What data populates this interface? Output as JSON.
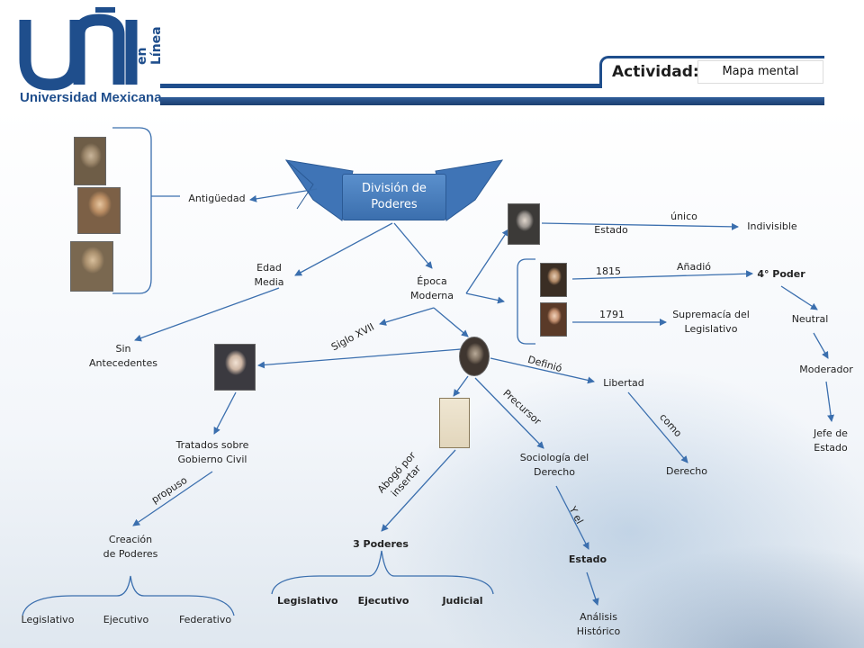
{
  "header": {
    "logo_mark": "UM",
    "logo_tagline": "en Línea",
    "logo_name": "Universidad Mexicana",
    "activity_label": "Actividad:",
    "activity_value": "Mapa mental"
  },
  "center": {
    "title": "División de Poderes"
  },
  "nodes": {
    "antiguedad": "Antigüedad",
    "edad_media_1": "Edad",
    "edad_media_2": "Media",
    "epoca_1": "Época",
    "epoca_2": "Moderna",
    "sin_ant_1": "Sin",
    "sin_ant_2": "Antecedentes",
    "tratados_1": "Tratados sobre",
    "tratados_2": "Gobierno Civil",
    "creacion_1": "Creación",
    "creacion_2": "de Poderes",
    "legislativo": "Legislativo",
    "ejecutivo": "Ejecutivo",
    "federativo": "Federativo",
    "tres_poderes": "3 Poderes",
    "legislativo2": "Legislativo",
    "ejecutivo2": "Ejecutivo",
    "judicial": "Judicial",
    "sociologia_1": "Sociología del",
    "sociologia_2": "Derecho",
    "estado_b": "Estado",
    "analisis_1": "Análisis",
    "analisis_2": "Histórico",
    "libertad": "Libertad",
    "derecho": "Derecho",
    "estado": "Estado",
    "unico": "único",
    "indivisible": "Indivisible",
    "y1815": "1815",
    "anadio": "Añadió",
    "cuarto_poder": "4° Poder",
    "y1791": "1791",
    "supremacia_1": "Supremacía del",
    "supremacia_2": "Legislativo",
    "neutral": "Neutral",
    "moderador": "Moderador",
    "jefe_1": "Jefe de",
    "jefe_2": "Estado"
  },
  "edge_labels": {
    "siglo": "Siglo XVII",
    "propuso": "propuso",
    "abogo_1": "Abogó por",
    "abogo_2": "insertar",
    "definio": "Definió",
    "precursor": "Precursor",
    "como": "como",
    "yel": "Y el"
  },
  "colors": {
    "brand_blue": "#1f4e8c",
    "line_blue": "#3b6fae",
    "center_fill": "#4a80c0",
    "banner_fill": "#3f74b6"
  }
}
